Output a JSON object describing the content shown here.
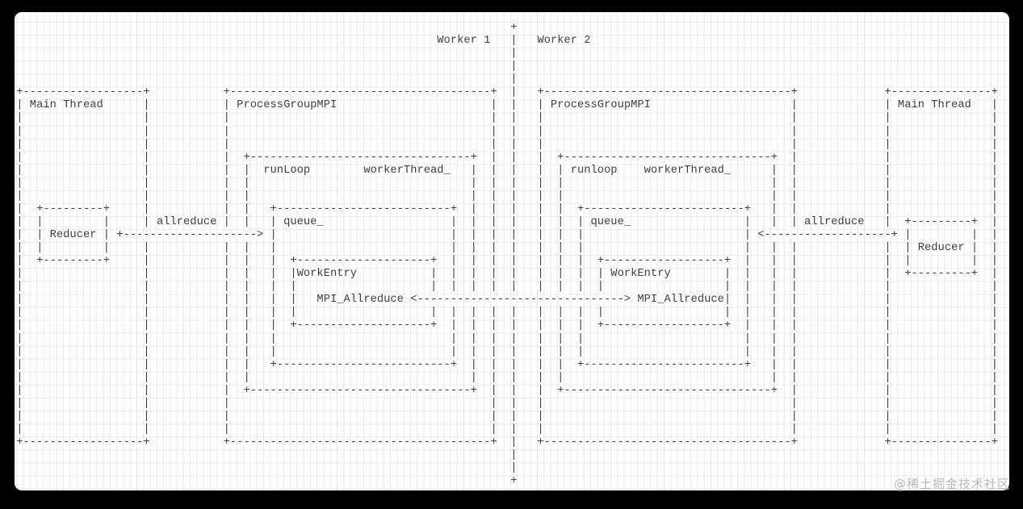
{
  "colors": {
    "frame": "#000000",
    "paper": "#fefefe",
    "grid": "#e9e9e9",
    "ink": "#3e3e3e",
    "watermark": "#b8b8b8"
  },
  "watermark": {
    "text": "@稀土掘金技术社区"
  },
  "diagram": {
    "rows": 36,
    "cols": 148,
    "labels": {
      "worker1": "Worker 1",
      "worker2": "Worker 2",
      "left_main_thread": "Main Thread",
      "left_reducer": "Reducer",
      "left_process_group": "ProcessGroupMPI",
      "left_run_loop": "runLoop",
      "left_worker_thread": "workerThread_",
      "left_queue": "queue_",
      "left_work_entry": "WorkEntry",
      "left_mpi_allreduce": "MPI_Allreduce",
      "left_allreduce_arrow": "allreduce",
      "right_process_group": "ProcessGroupMPI",
      "right_run_loop": "runloop",
      "right_worker_thread": "workerThread_",
      "right_queue": "queue_",
      "right_work_entry": "WorkEntry",
      "right_mpi_allreduce": "MPI_Allreduce",
      "right_allreduce_arrow": "allreduce",
      "right_main_thread": "Main Thread",
      "right_reducer": "Reducer"
    },
    "v": [
      [
        75,
        1,
        34
      ],
      [
        1,
        6,
        31
      ],
      [
        20,
        6,
        31
      ],
      [
        32,
        6,
        31
      ],
      [
        72,
        6,
        31
      ],
      [
        79,
        6,
        31
      ],
      [
        117,
        6,
        31
      ],
      [
        131,
        6,
        31
      ],
      [
        147,
        6,
        31
      ],
      [
        35,
        11,
        27
      ],
      [
        69,
        11,
        27
      ],
      [
        82,
        11,
        27
      ],
      [
        114,
        11,
        27
      ],
      [
        39,
        15,
        25
      ],
      [
        66,
        15,
        25
      ],
      [
        85,
        15,
        25
      ],
      [
        110,
        15,
        25
      ],
      [
        42,
        19,
        22
      ],
      [
        63,
        19,
        22
      ],
      [
        88,
        19,
        22
      ],
      [
        107,
        19,
        22
      ],
      [
        4,
        15,
        17
      ],
      [
        14,
        15,
        17
      ],
      [
        134,
        16,
        18
      ],
      [
        144,
        16,
        18
      ]
    ],
    "h": [
      [
        5,
        1,
        20
      ],
      [
        5,
        32,
        72
      ],
      [
        5,
        79,
        117
      ],
      [
        5,
        131,
        147
      ],
      [
        10,
        35,
        69
      ],
      [
        10,
        82,
        114
      ],
      [
        14,
        4,
        14
      ],
      [
        14,
        39,
        66
      ],
      [
        14,
        85,
        110
      ],
      [
        15,
        134,
        144
      ],
      [
        18,
        4,
        14
      ],
      [
        18,
        42,
        63
      ],
      [
        18,
        88,
        107
      ],
      [
        19,
        134,
        144
      ],
      [
        23,
        42,
        63
      ],
      [
        23,
        88,
        107
      ],
      [
        26,
        39,
        66
      ],
      [
        26,
        85,
        110
      ],
      [
        28,
        35,
        69
      ],
      [
        28,
        82,
        114
      ],
      [
        32,
        1,
        20
      ],
      [
        32,
        32,
        72
      ],
      [
        32,
        79,
        117
      ],
      [
        32,
        131,
        147
      ]
    ],
    "arrows": [
      [
        16,
        16,
        37,
        "+",
        ">"
      ],
      [
        16,
        112,
        132,
        "<",
        "+"
      ],
      [
        21,
        60,
        92,
        "<",
        ">"
      ]
    ],
    "t": [
      [
        0,
        75,
        "+"
      ],
      [
        35,
        75,
        "+"
      ],
      [
        1,
        64,
        "Worker 1"
      ],
      [
        1,
        79,
        "Worker 2"
      ],
      [
        6,
        3,
        "Main Thread"
      ],
      [
        6,
        34,
        "ProcessGroupMPI"
      ],
      [
        6,
        81,
        "ProcessGroupMPI"
      ],
      [
        6,
        133,
        "Main Thread"
      ],
      [
        11,
        38,
        "runLoop"
      ],
      [
        11,
        53,
        "workerThread_"
      ],
      [
        11,
        84,
        "runloop"
      ],
      [
        11,
        95,
        "workerThread_"
      ],
      [
        15,
        22,
        "allreduce"
      ],
      [
        15,
        41,
        "queue_"
      ],
      [
        15,
        87,
        "queue_"
      ],
      [
        15,
        119,
        "allreduce"
      ],
      [
        16,
        6,
        "Reducer"
      ],
      [
        17,
        136,
        "Reducer"
      ],
      [
        19,
        43,
        "WorkEntry"
      ],
      [
        19,
        90,
        "WorkEntry"
      ],
      [
        21,
        46,
        "MPI_Allreduce"
      ],
      [
        21,
        94,
        "MPI_Allreduce"
      ]
    ]
  }
}
